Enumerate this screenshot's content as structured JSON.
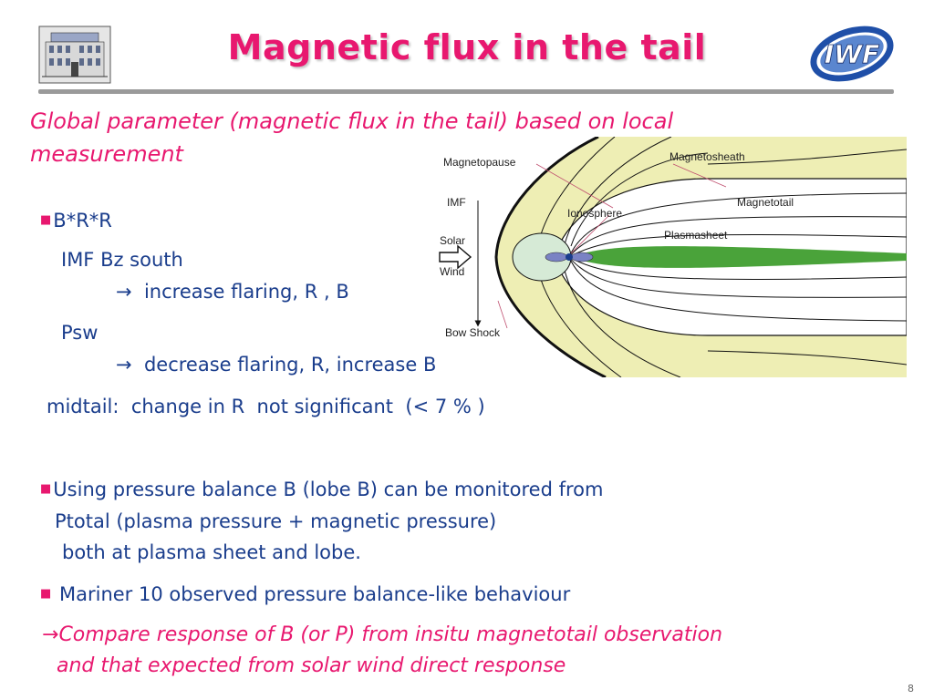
{
  "title": "Magnetic flux in the tail",
  "subtitle_line1": "Global parameter (magnetic flux in the tail) based on local",
  "subtitle_line2": "measurement",
  "logo_text": "IWF",
  "bullets": {
    "brr": "B*R*R",
    "imf_bz": "IMF Bz south",
    "arrow1": "→",
    "increase_flaring": "increase flaring, R , B",
    "psw": "Psw",
    "arrow2": "→",
    "decrease_flaring": "decrease flaring, R, increase B",
    "midtail": "midtail:  change in R  not significant  (< 7 % )",
    "pressure1": "Using pressure balance  B (lobe B) can be monitored  from",
    "pressure2": "Ptotal (plasma pressure + magnetic pressure)",
    "pressure3": "both at plasma sheet and lobe.",
    "mariner": "Mariner 10 observed pressure balance-like behaviour",
    "compare_arrow": "→",
    "compare1": "Compare response of B (or P) from insitu magnetotail observation",
    "compare2": "and that expected from solar wind direct response"
  },
  "diagram": {
    "magnetopause": "Magnetopause",
    "magnetosheath": "Magnetosheath",
    "imf": "IMF",
    "ionosphere": "Ionosphere",
    "magnetotail": "Magnetotail",
    "plasmasheet": "Plasmasheet",
    "solar": "Solar",
    "wind": "Wind",
    "bowshock": "Bow Shock"
  },
  "page_number": "8",
  "colors": {
    "title": "#e8186f",
    "body_text": "#1a3d8c",
    "sheath": "#eeeeb4",
    "plasmasheet": "#4aa33a"
  }
}
